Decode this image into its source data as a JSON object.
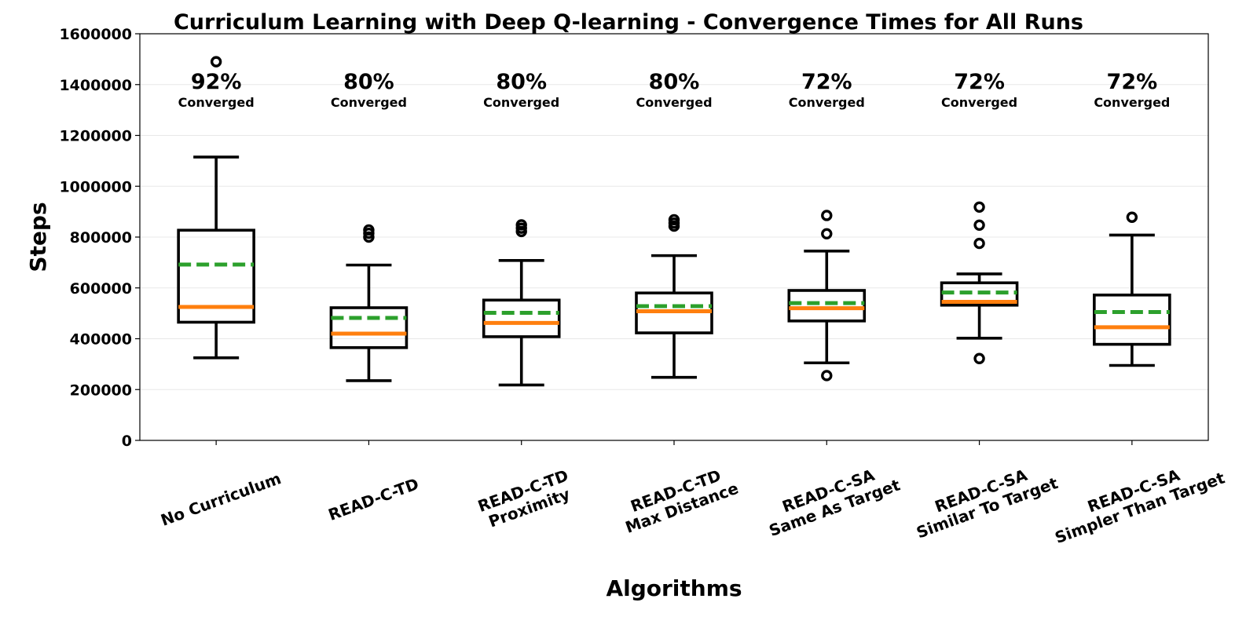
{
  "chart_data": {
    "type": "box",
    "title": "Curriculum Learning with Deep Q-learning - Convergence Times for All Runs",
    "xlabel": "Algorithms",
    "ylabel": "Steps",
    "ylim": [
      0,
      1600000
    ],
    "yticks": [
      0,
      200000,
      400000,
      600000,
      800000,
      1000000,
      1200000,
      1400000,
      1600000
    ],
    "grid": "horizontal",
    "colors": {
      "box": "#000000",
      "median": "#ff7f0e",
      "mean": "#2ca02c",
      "grid": "#e8e8e8"
    },
    "categories": [
      [
        "No Curriculum"
      ],
      [
        "READ-C-TD"
      ],
      [
        "READ-C-TD",
        "Proximity"
      ],
      [
        "READ-C-TD",
        "Max Distance"
      ],
      [
        "READ-C-SA",
        "Same As Target"
      ],
      [
        "READ-C-SA",
        "Similar To Target"
      ],
      [
        "READ-C-SA",
        "Simpler Than Target"
      ]
    ],
    "converged_percent": [
      "92%",
      "80%",
      "80%",
      "80%",
      "72%",
      "72%",
      "72%"
    ],
    "converged_label": "Converged",
    "boxes": [
      {
        "whisker_low": 325000,
        "q1": 465000,
        "median": 525000,
        "mean": 692000,
        "q3": 827000,
        "whisker_high": 1115000,
        "outliers": [
          1490000
        ]
      },
      {
        "whisker_low": 235000,
        "q1": 365000,
        "median": 420000,
        "mean": 482000,
        "q3": 522000,
        "whisker_high": 690000,
        "outliers": [
          800000,
          815000,
          828000
        ]
      },
      {
        "whisker_low": 218000,
        "q1": 408000,
        "median": 462000,
        "mean": 502000,
        "q3": 552000,
        "whisker_high": 708000,
        "outliers": [
          822000,
          835000,
          848000
        ]
      },
      {
        "whisker_low": 248000,
        "q1": 423000,
        "median": 508000,
        "mean": 528000,
        "q3": 580000,
        "whisker_high": 727000,
        "outliers": [
          843000,
          855000,
          868000
        ]
      },
      {
        "whisker_low": 305000,
        "q1": 470000,
        "median": 520000,
        "mean": 540000,
        "q3": 590000,
        "whisker_high": 745000,
        "outliers": [
          255000,
          813000,
          885000
        ]
      },
      {
        "whisker_low": 402000,
        "q1": 532000,
        "median": 545000,
        "mean": 582000,
        "q3": 620000,
        "whisker_high": 655000,
        "outliers": [
          322000,
          775000,
          847000,
          918000
        ]
      },
      {
        "whisker_low": 295000,
        "q1": 378000,
        "median": 445000,
        "mean": 505000,
        "q3": 572000,
        "whisker_high": 808000,
        "outliers": [
          878000
        ]
      }
    ]
  }
}
